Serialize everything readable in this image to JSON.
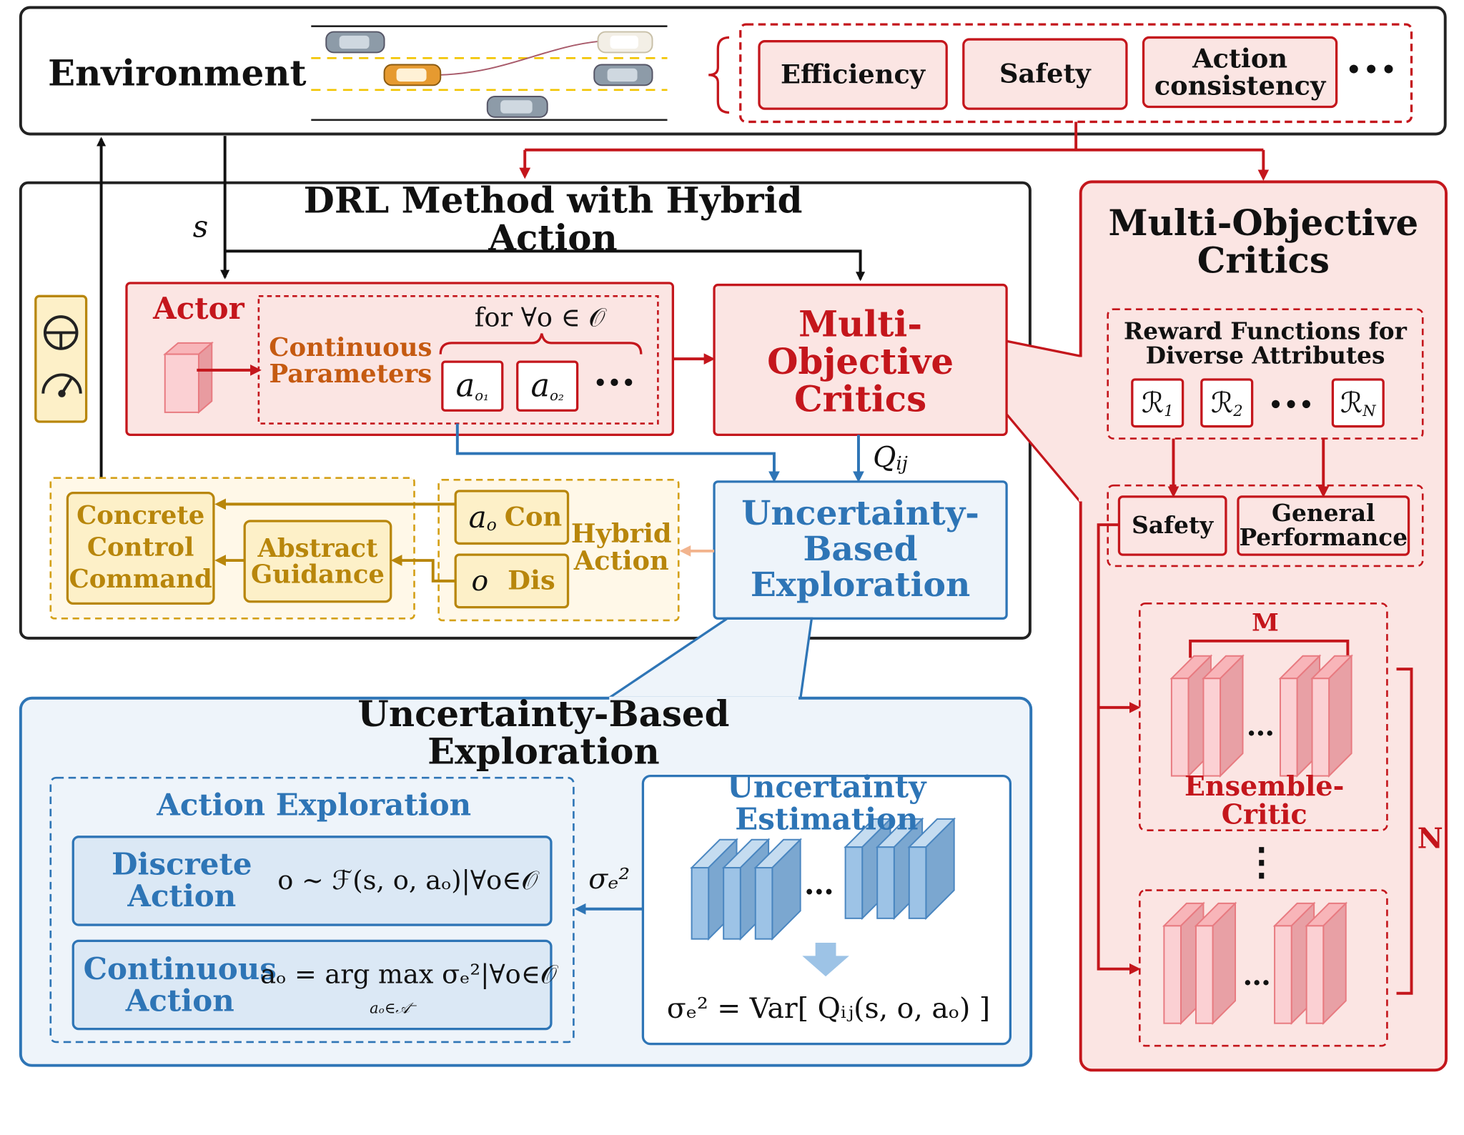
{
  "environment": {
    "title": "Environment",
    "objectives": [
      "Efficiency",
      "Safety",
      "Action consistency"
    ],
    "more": "•••"
  },
  "drl": {
    "title": "DRL Method with Hybrid Action",
    "state_symbol": "s",
    "actor": {
      "title": "Actor",
      "continuous_parameters": "Continuous Parameters",
      "for_all": "for ∀o ∈ 𝒪",
      "param_1": "a",
      "param_1_sub": "o₁",
      "param_2": "a",
      "param_2_sub": "o₂",
      "more": "•••"
    },
    "critics_title": "Multi-Objective Critics",
    "q_symbol": "Q",
    "q_sub": "ij",
    "exploration_title": "Uncertainty-Based Exploration",
    "hybrid_action": {
      "title": "Hybrid Action",
      "con_symbol": "a",
      "con_sub": "o",
      "con_label": "Con",
      "dis_symbol": "o",
      "dis_label": "Dis"
    },
    "abstract_guidance": "Abstract Guidance",
    "concrete_control": "Concrete Control Command"
  },
  "moc": {
    "title": "Multi-Objective Critics",
    "reward_title": "Reward Functions for Diverse Attributes",
    "reward_symbol": "ℛ",
    "reward_subs": [
      "1",
      "2",
      "N"
    ],
    "more": "•••",
    "safety": "Safety",
    "general": "General Performance",
    "m_label": "M",
    "n_label": "N",
    "ensemble": "Ensemble-Critic",
    "vdots": "⋮"
  },
  "ube": {
    "title": "Uncertainty-Based Exploration",
    "action_exploration": "Action Exploration",
    "discrete_action": "Discrete Action",
    "discrete_formula": "o ~ ℱ(s, o, aₒ)|∀o∈𝒪",
    "continuous_action": "Continuous Action",
    "continuous_formula": "aₒ = arg max σₑ²|∀o∈𝒪",
    "continuous_under": "aₒ∈𝒜⁻",
    "sigma": "σₑ²",
    "uncertainty_estimation": "Uncertainty Estimation",
    "variance_formula": "σₑ² = Var[ Qᵢⱼ(s, o, aₒ) ]"
  },
  "colors": {
    "red": "#c4161c",
    "pink_fill": "#fbe5e3",
    "blue": "#2e75b6",
    "blue_fill": "#eef4fa",
    "gold": "#b8860b",
    "gold_fill": "#fdf0c8"
  }
}
